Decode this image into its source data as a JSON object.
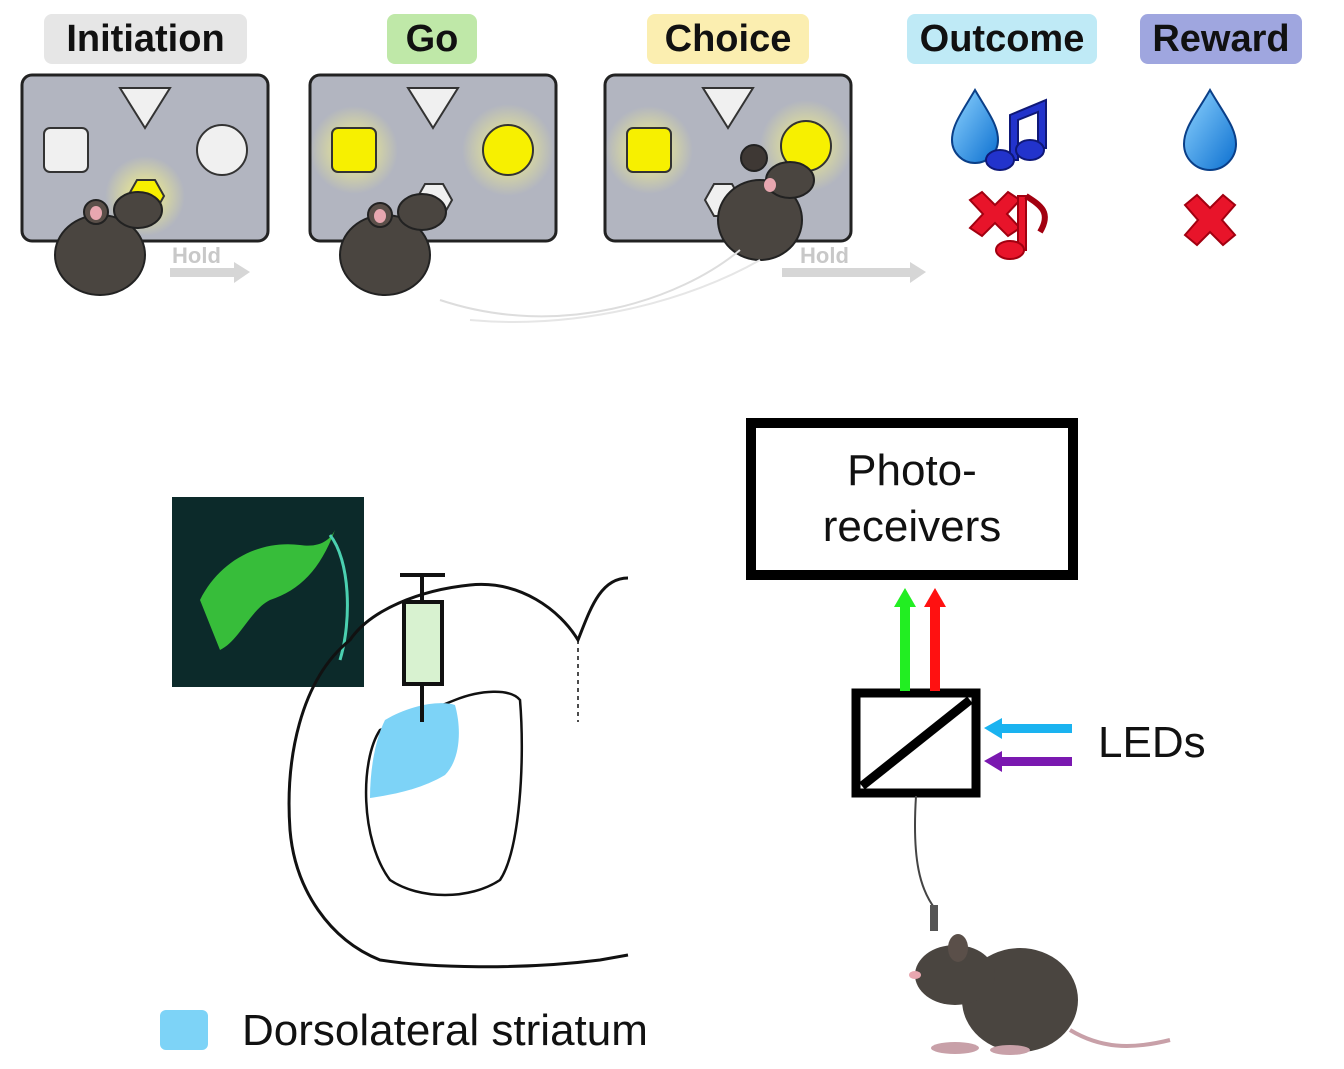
{
  "stages": [
    {
      "label": "Initiation",
      "bg": "#e6e6e6"
    },
    {
      "label": "Go",
      "bg": "#bfe8a8"
    },
    {
      "label": "Choice",
      "bg": "#fbeeb0"
    },
    {
      "label": "Outcome",
      "bg": "#bfeaf6"
    },
    {
      "label": "Reward",
      "bg": "#9fa6df"
    }
  ],
  "hold_labels": [
    "Hold",
    "Hold"
  ],
  "photoreceivers": {
    "line1": "Photo-",
    "line2": "receivers"
  },
  "leds_label": "LEDs",
  "legend": {
    "label": "Dorsolateral striatum",
    "color": "#7dd3f7"
  },
  "colors": {
    "panel": "#b2b5c0",
    "light": "#f7f000",
    "water": "#1e90e6",
    "music_blue": "#2233cc",
    "cross_red": "#e8142a",
    "green_arrow": "#22ee22",
    "red_arrow": "#ff1111",
    "blue_arrow": "#1ab3f0",
    "purple_arrow": "#7a18b0",
    "mouse": "#4a4540",
    "syringe_fill": "#d8f2d0"
  },
  "icons": [
    "water-drop-icon",
    "music-note-icon",
    "cross-icon",
    "mouse-icon",
    "syringe-icon",
    "beam-splitter-icon"
  ]
}
